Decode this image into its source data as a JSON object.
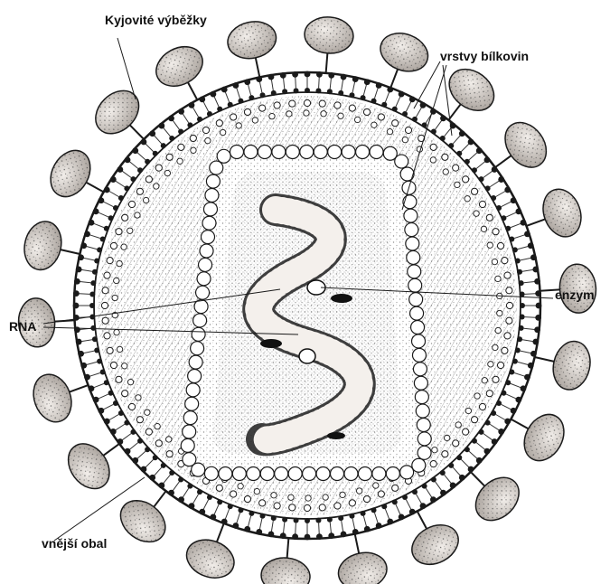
{
  "labels": {
    "spikes": "Kyjovité výběžky",
    "protein_layers": "vrstvy bílkovin",
    "rna": "RNA",
    "enzyme": "enzym",
    "outer_envelope": "vnější obal"
  },
  "colors": {
    "ink": "#1a1a1a",
    "stipple": "#3a3a3a",
    "background": "#ffffff",
    "spike_fill": "#d8d2cc"
  }
}
